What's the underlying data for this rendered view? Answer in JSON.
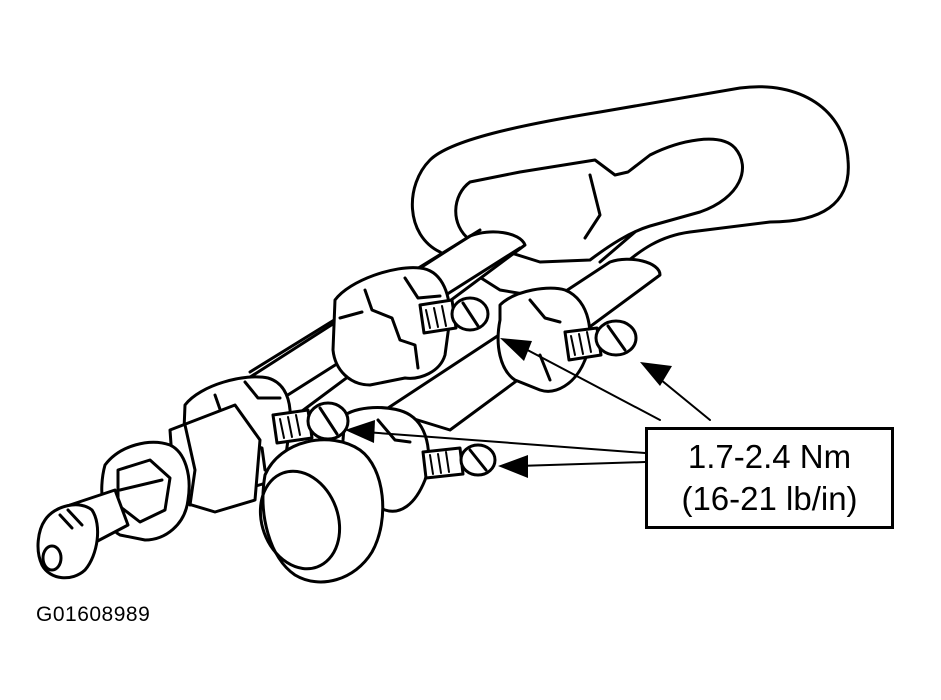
{
  "callout": {
    "torque_nm": "1.7-2.4 Nm",
    "torque_lbin": "(16-21 lb/in)"
  },
  "figure_id": "G01608989",
  "colors": {
    "ink": "#000000",
    "paper": "#ffffff"
  }
}
